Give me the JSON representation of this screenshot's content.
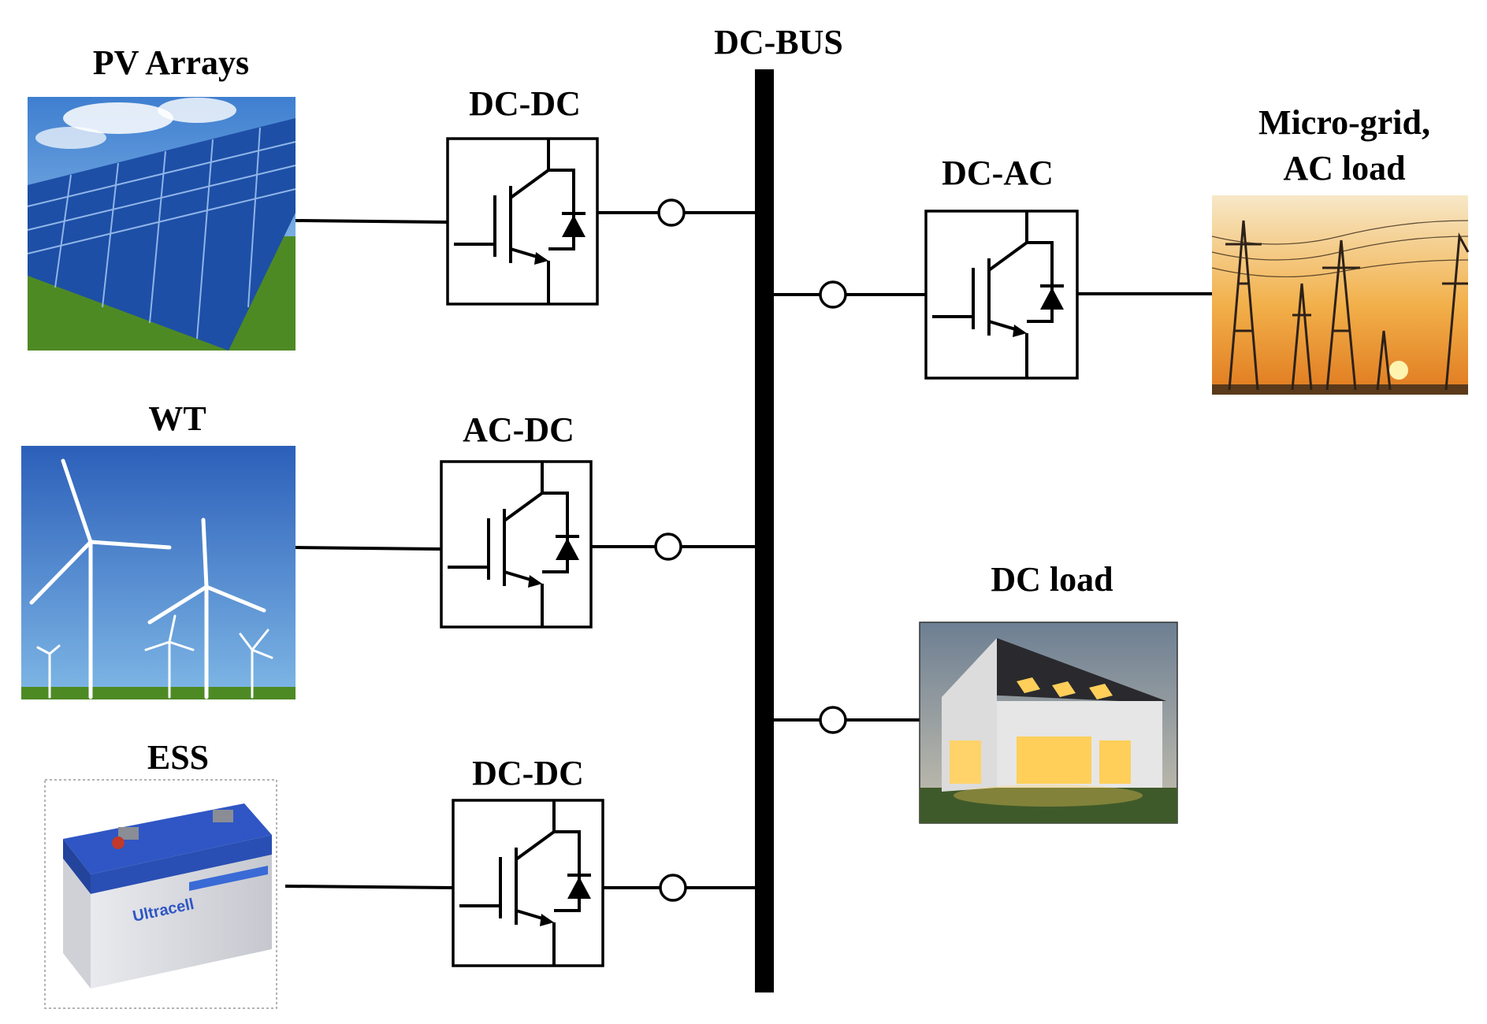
{
  "bus": {
    "label": "DC-BUS"
  },
  "sources": [
    {
      "id": "pv",
      "label": "PV Arrays",
      "icon": "solar-panel-photo"
    },
    {
      "id": "wt",
      "label": "WT",
      "icon": "wind-turbine-photo"
    },
    {
      "id": "ess",
      "label": "ESS",
      "icon": "battery-photo",
      "battery_brand": "Ultracell"
    }
  ],
  "converters": [
    {
      "id": "pv-dcdc",
      "label": "DC-DC"
    },
    {
      "id": "wt-acdc",
      "label": "AC-DC"
    },
    {
      "id": "ess-dcdc",
      "label": "DC-DC"
    },
    {
      "id": "grid-dcac",
      "label": "DC-AC"
    }
  ],
  "loads": [
    {
      "id": "grid",
      "label_line1": "Micro-grid,",
      "label_line2": "AC load",
      "icon": "power-tower-photo"
    },
    {
      "id": "dc-load",
      "label": "DC load",
      "icon": "house-photo"
    }
  ],
  "colors": {
    "line": "#000000",
    "sky": "#4f8fd6",
    "panel": "#1d4fa6",
    "grass": "#4e8a24",
    "sunset": "#f2a63a",
    "battery_top": "#2f56c4",
    "house_glow": "#ffcf5a"
  }
}
